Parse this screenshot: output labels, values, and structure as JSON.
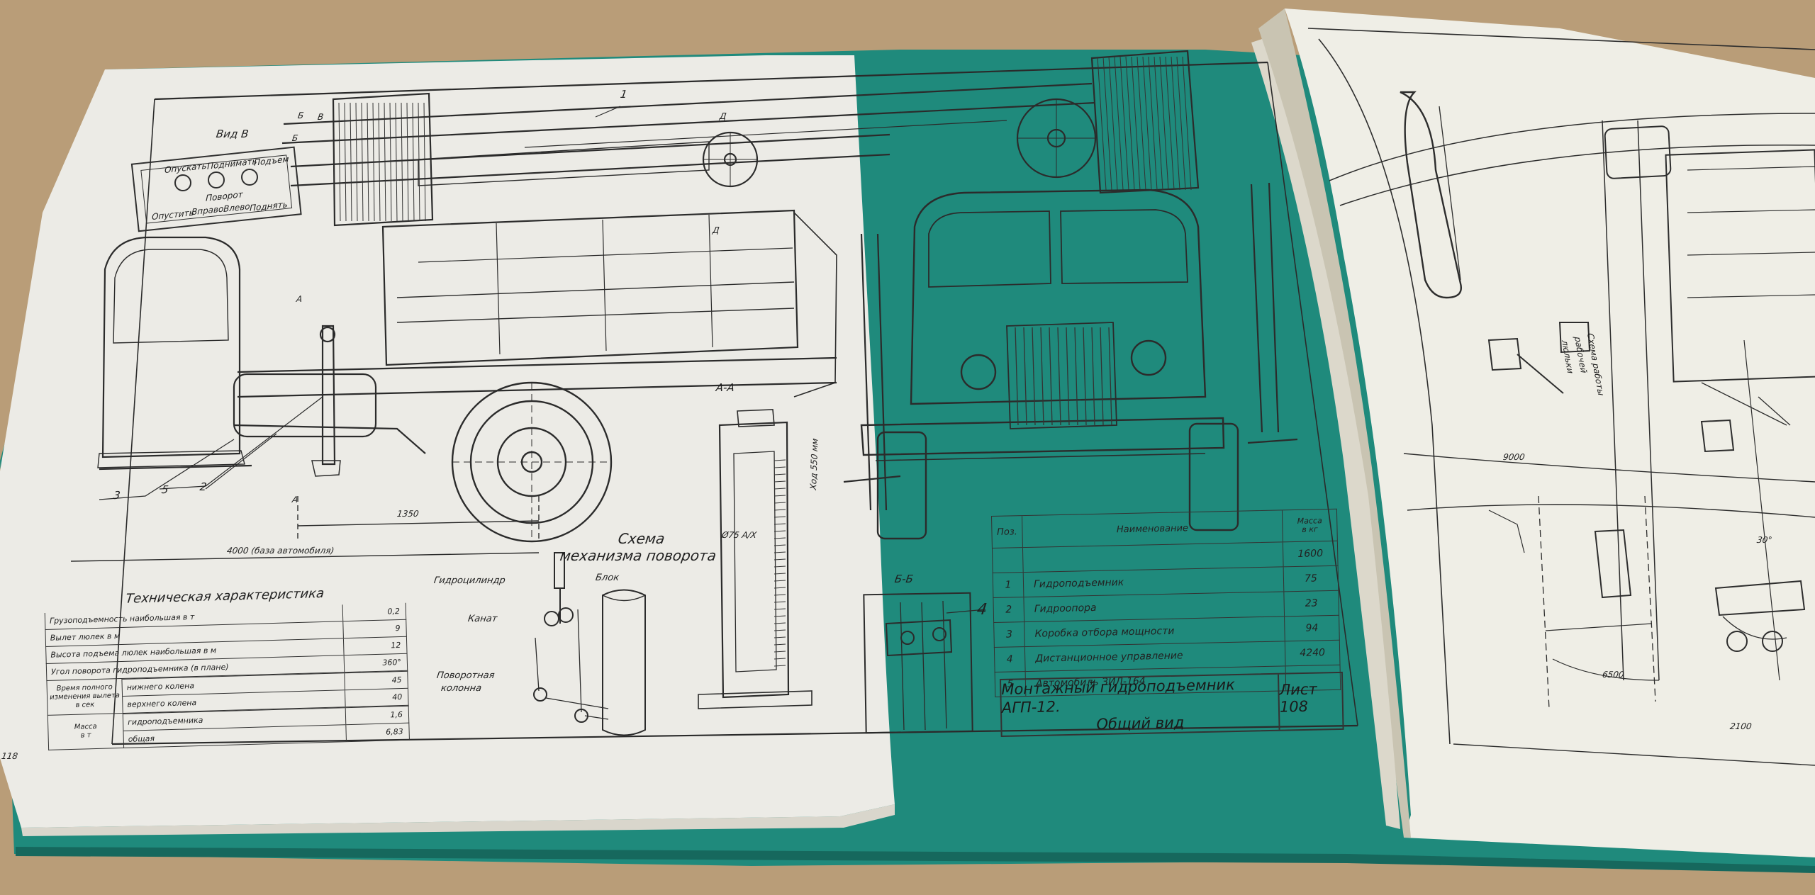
{
  "drawing": {
    "page_number": "118",
    "view_b": "Вид В",
    "section_aa": "А-А",
    "section_bb": "Б-Б",
    "dim_1350": "1350",
    "dim_wheelbase": "4000 (база автомобиля)",
    "dim_stroke": "Ход 550 мм",
    "dim_diam": "Ø75 А/Х",
    "callouts": [
      "1",
      "2",
      "3",
      "4",
      "5"
    ],
    "cut_letters": [
      "А",
      "А",
      "Б",
      "Б",
      "В",
      "Д",
      "Д"
    ],
    "control_panel": [
      "Опускать",
      "Поднимать",
      "Подъем",
      "Поворот",
      "Вправо",
      "Влево",
      "Опустить",
      "Поднять"
    ],
    "scheme_title": [
      "Схема",
      "механизма поворота"
    ],
    "scheme_labels": {
      "cylinder": "Гидроцилиндр",
      "block": "Блок",
      "rope": "Канат",
      "column": [
        "Поворотная",
        "колонна"
      ]
    }
  },
  "spec_table": {
    "title": "Техническая характеристика",
    "rows": [
      {
        "label": "Грузоподъемность наибольшая в т",
        "value": "0,2"
      },
      {
        "label": "Вылет люлек в м",
        "value": "9"
      },
      {
        "label": "Высота подъема люлек наибольшая в м",
        "value": "12"
      },
      {
        "label": "Угол поворота гидроподъемника (в плане)",
        "value": "360°"
      }
    ],
    "time_group": {
      "label": [
        "Время полного",
        "изменения вылета",
        "в сек"
      ],
      "rows": [
        {
          "label": "нижнего колена",
          "value": "45"
        },
        {
          "label": "верхнего колена",
          "value": "40"
        }
      ]
    },
    "mass_group": {
      "label": [
        "Масса",
        "в т"
      ],
      "rows": [
        {
          "label": "гидроподъемника",
          "value": "1,6"
        },
        {
          "label": "общая",
          "value": "6,83"
        }
      ]
    }
  },
  "parts_table": {
    "headers": {
      "pos": "Поз.",
      "name": "Наименование",
      "mass": [
        "Масса",
        "в кг"
      ]
    },
    "rows": [
      {
        "pos": "",
        "name": "",
        "mass": "1600"
      },
      {
        "pos": "1",
        "name": "Гидроподъемник",
        "mass": "75"
      },
      {
        "pos": "2",
        "name": "Гидроопора",
        "mass": "23"
      },
      {
        "pos": "3",
        "name": "Коробка отбора мощности",
        "mass": "94"
      },
      {
        "pos": "4",
        "name": "Дистанционное управление",
        "mass": "4240"
      },
      {
        "pos": "5",
        "name": "Автомобиль ЗИЛ-164",
        "mass": ""
      }
    ]
  },
  "title_block": {
    "title": [
      "Монтажный гидроподъемник АГП-12.",
      "Общий вид"
    ],
    "sheet": "Лист 108"
  },
  "right_page": {
    "scheme_label": [
      "Схема работы",
      "рабочей",
      "люльки"
    ],
    "dim_9000": "9000",
    "dim_6500": "6500",
    "dim_2100": "2100",
    "angle": "30°"
  },
  "colors": {
    "table_surface": "#b99d78",
    "album_cover": "#1f8a7c",
    "paper_left": "#ecebe6",
    "paper_right": "#efeee6",
    "ink": "#2a2a2a"
  }
}
